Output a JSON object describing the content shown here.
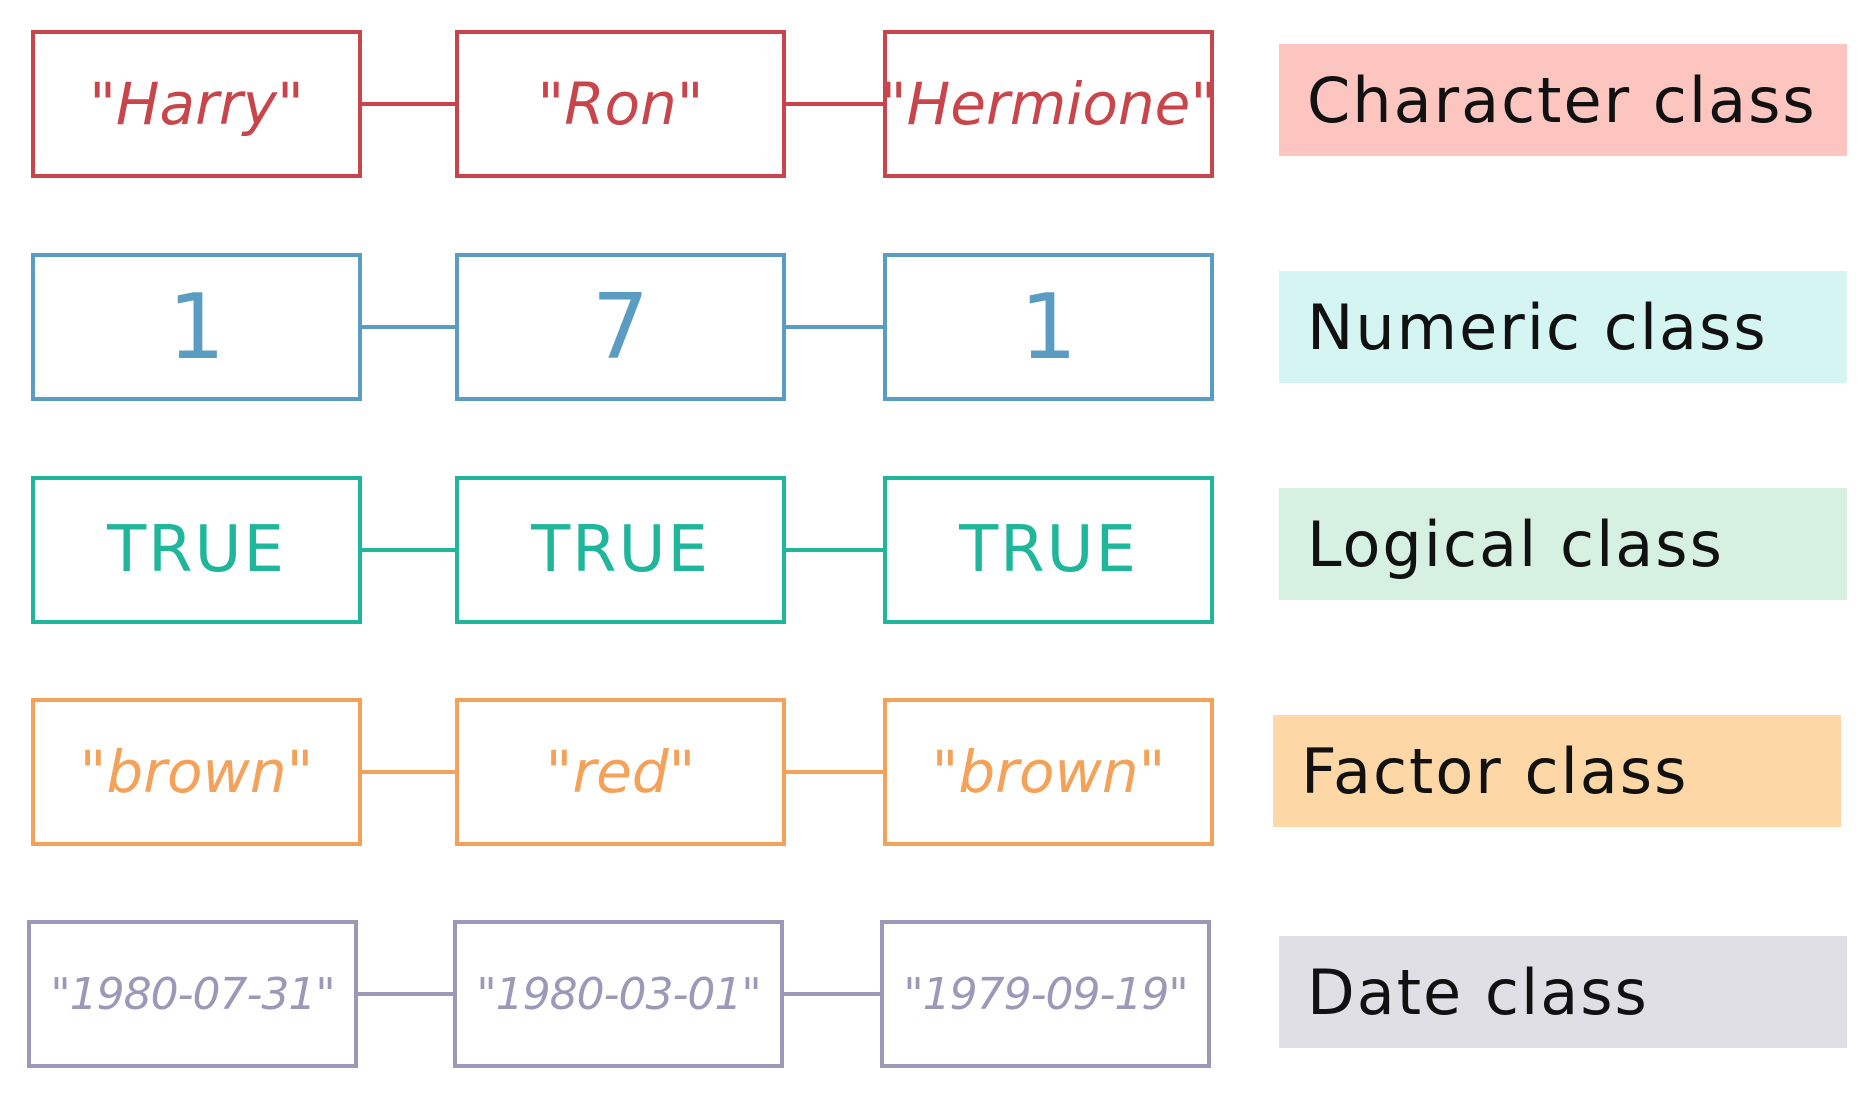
{
  "colors": {
    "character": "#c8464b",
    "numeric": "#5b9cc2",
    "logical": "#1fb69b",
    "factor": "#f4a25a",
    "date": "#9b98b8",
    "character_bg": "#fcc5c0",
    "numeric_bg": "#d5f5f3",
    "logical_bg": "#d6f1e1",
    "factor_bg": "#fdd8a6",
    "date_bg": "#e0dfe6"
  },
  "rows": [
    {
      "label": "Character class",
      "values": [
        "\"Harry\"",
        "\"Ron\"",
        "\"Hermione\""
      ]
    },
    {
      "label": "Numeric class",
      "values": [
        "1",
        "7",
        "1"
      ]
    },
    {
      "label": "Logical class",
      "values": [
        "TRUE",
        "TRUE",
        "TRUE"
      ]
    },
    {
      "label": "Factor class",
      "values": [
        "\"brown\"",
        "\"red\"",
        "\"brown\""
      ]
    },
    {
      "label": "Date class",
      "values": [
        "\"1980-07-31\"",
        "\"1980-03-01\"",
        "\"1979-09-19\""
      ]
    }
  ]
}
